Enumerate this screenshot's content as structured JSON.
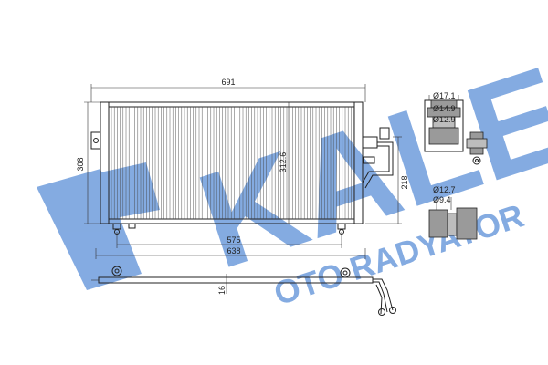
{
  "watermark": {
    "brand_text": "KALE",
    "subtitle_text": "OTO RADYATOR",
    "color": "#5b8fd8"
  },
  "dimensions": {
    "overall_width": "691",
    "core_height": "308",
    "core_height_inner": "312.6",
    "bracket_spacing_inner": "575",
    "bracket_spacing_outer": "638",
    "pipe_height": "218",
    "thickness": "16"
  },
  "fitting_large": {
    "outer_diameter": "Ø17.1",
    "mid_diameter": "Ø14.9",
    "inner_diameter": "Ø12.9"
  },
  "fitting_small": {
    "outer_diameter": "Ø12.7",
    "inner_diameter": "Ø9.4"
  },
  "colors": {
    "line": "#222222",
    "fitting_fill": "#9a9a9a"
  }
}
